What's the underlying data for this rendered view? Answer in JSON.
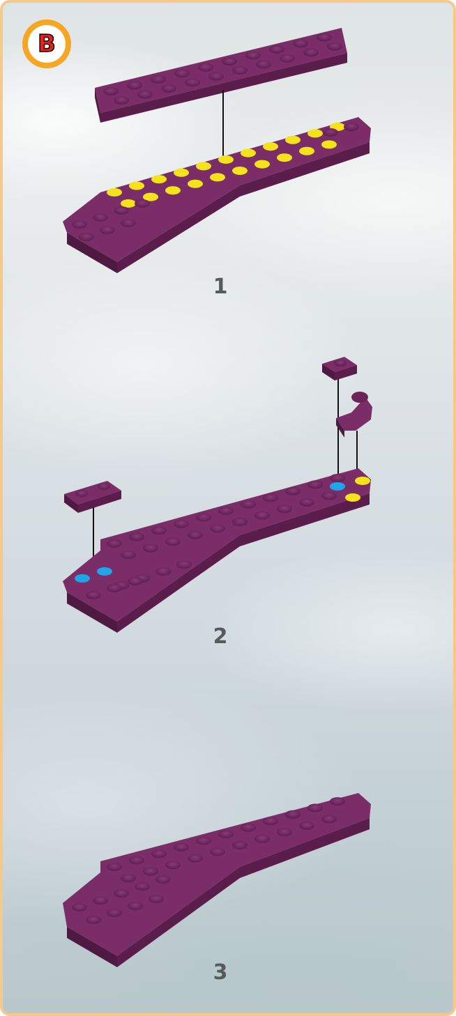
{
  "section_badge": {
    "letter": "B"
  },
  "steps": [
    {
      "number": "1"
    },
    {
      "number": "2"
    },
    {
      "number": "3"
    }
  ],
  "colors": {
    "brick": "#6a2458",
    "brick_top": "#7b2d68",
    "brick_side": "#4f1a42",
    "highlight_yellow": "#f4e21a",
    "highlight_blue": "#1fa6e8",
    "badge_ring": "#f6a623",
    "badge_letter": "#e0251b",
    "frame": "#f6c98a"
  }
}
